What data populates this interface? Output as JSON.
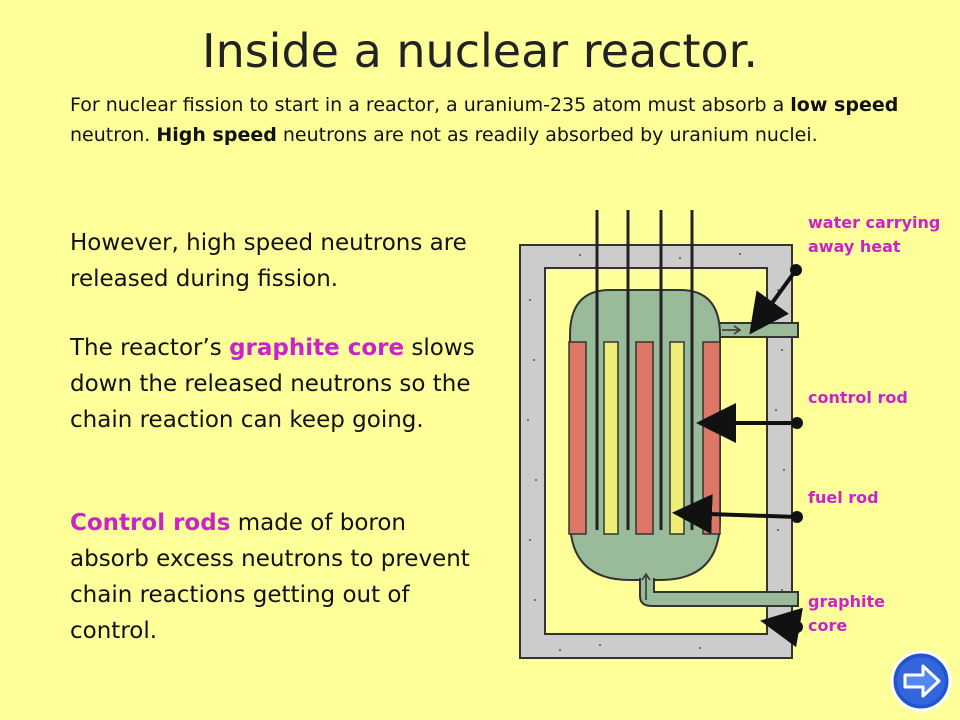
{
  "slide": {
    "title": "Inside a nuclear reactor.",
    "intro": {
      "part1": "For nuclear fission to start in a reactor, a uranium-235 atom must absorb a ",
      "bold1": "low speed",
      "part2": " neutron. ",
      "bold2": "High speed",
      "part3": " neutrons are not as readily absorbed by uranium nuclei."
    },
    "para1": "However, high speed neutrons are released during fission.",
    "para2": {
      "before": "The reactor’s ",
      "highlight": "graphite core",
      "after": " slows down the released neutrons so the chain reaction can keep going."
    },
    "para3": {
      "highlight": "Control rods",
      "after": " made of boron absorb excess neutrons to prevent chain reactions getting out of control."
    }
  },
  "diagram": {
    "labels": {
      "water": "water carrying away heat",
      "control_rod": "control rod",
      "fuel_rod": "fuel rod",
      "graphite": "graphite core"
    }
  },
  "colors": {
    "background": "#ffff99",
    "highlight": "#cc22cc",
    "concrete": "#cccccc",
    "core": "#99bb99",
    "fuel_rod": "#dd7766",
    "control_rod": "#eeee77"
  },
  "icons": {
    "next": "arrow-right-icon"
  }
}
